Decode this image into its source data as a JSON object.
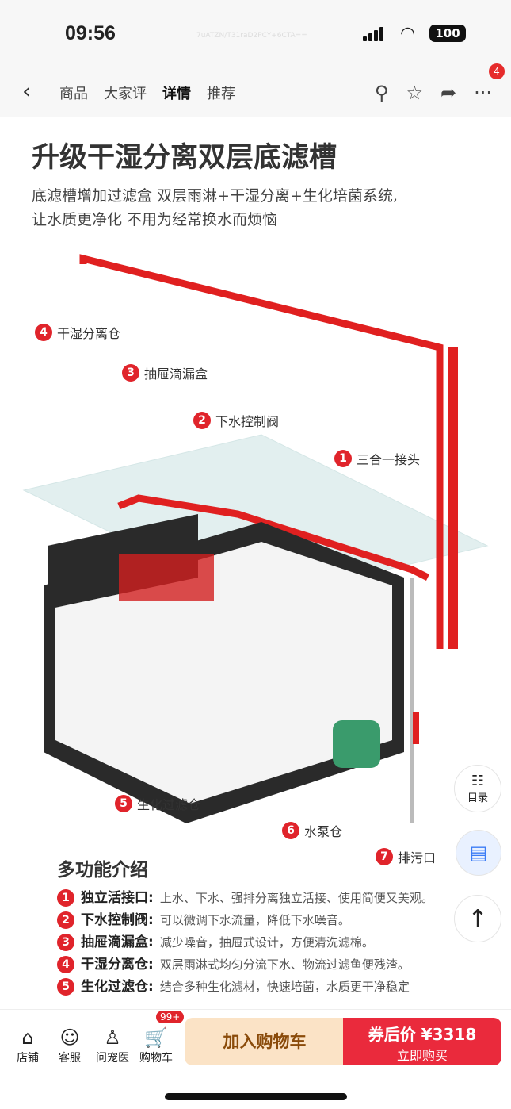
{
  "status": {
    "time": "09:56",
    "code": "7uATZN/T31raD2PCY+6CTA==",
    "battery": "100"
  },
  "nav": {
    "tabs": [
      "商品",
      "大家评",
      "详情",
      "推荐"
    ],
    "active": 2,
    "more_badge": "4"
  },
  "hero": {
    "title": "升级干湿分离双层底滤槽",
    "subtitle_line1": "底滤槽增加过滤盒  双层雨淋+干湿分离+生化培菌系统,",
    "subtitle_line2": "让水质更净化  不用为经常换水而烦恼",
    "labels": [
      {
        "n": "1",
        "t": "三合一接头"
      },
      {
        "n": "2",
        "t": "下水控制阀"
      },
      {
        "n": "3",
        "t": "抽屉滴漏盒"
      },
      {
        "n": "4",
        "t": "干湿分离仓"
      },
      {
        "n": "5",
        "t": "生化过滤仓"
      },
      {
        "n": "6",
        "t": "水泵仓"
      },
      {
        "n": "7",
        "t": "排污口"
      }
    ]
  },
  "features": {
    "heading": "多功能介绍",
    "items": [
      {
        "n": "1",
        "name": "独立活接口:",
        "desc": "上水、下水、强排分离独立活接、使用简便又美观。"
      },
      {
        "n": "2",
        "name": "下水控制阀:",
        "desc": "可以微调下水流量，降低下水噪音。"
      },
      {
        "n": "3",
        "name": "抽屉滴漏盒:",
        "desc": "减少噪音，抽屉式设计，方便清洗滤棉。"
      },
      {
        "n": "4",
        "name": "干湿分离仓:",
        "desc": "双层雨淋式均匀分流下水、物流过滤鱼便残渣。"
      },
      {
        "n": "5",
        "name": "生化过滤仓:",
        "desc": "结合多种生化滤材，快速培菌，水质更干净稳定"
      }
    ]
  },
  "float": {
    "catalog": "目录"
  },
  "bottom": {
    "shop": "店铺",
    "service": "客服",
    "vet": "问宠医",
    "cart": "购物车",
    "cart_badge": "99+",
    "add_cart": "加入购物车",
    "price_label": "券后价 ¥3318",
    "buy_now": "立即购买"
  },
  "colors": {
    "accent": "#e0242b",
    "buy": "#ea2a3c",
    "cart_bg": "#fbe3c6"
  }
}
